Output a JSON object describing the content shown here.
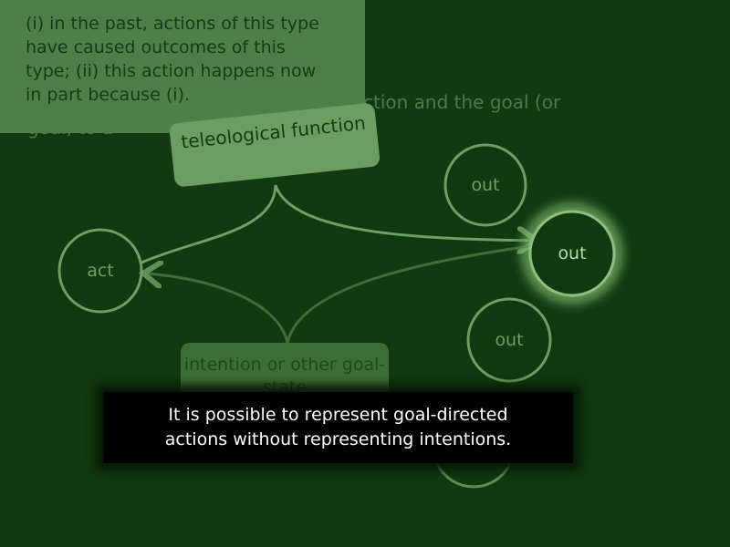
{
  "definition": {
    "lines": [
      "(i) in the past, actions of this type",
      "have caused outcomes of this",
      "type; (ii) this action happens now",
      "in part because (i)."
    ]
  },
  "background_text": {
    "line1": "ction and the goal (or",
    "line2": "goal, to a"
  },
  "nodes": {
    "teleological_function": "teleological function",
    "intention": "intention or other goal-state",
    "act": "act",
    "out_top": "out",
    "out_highlight": "out",
    "out_lower": "out"
  },
  "caption": {
    "line1": "It is possible to represent goal-directed",
    "line2": "actions without representing intentions."
  },
  "colors": {
    "background": "#113a11",
    "line": "#6e9f65",
    "glow": "#c8f0b0"
  }
}
